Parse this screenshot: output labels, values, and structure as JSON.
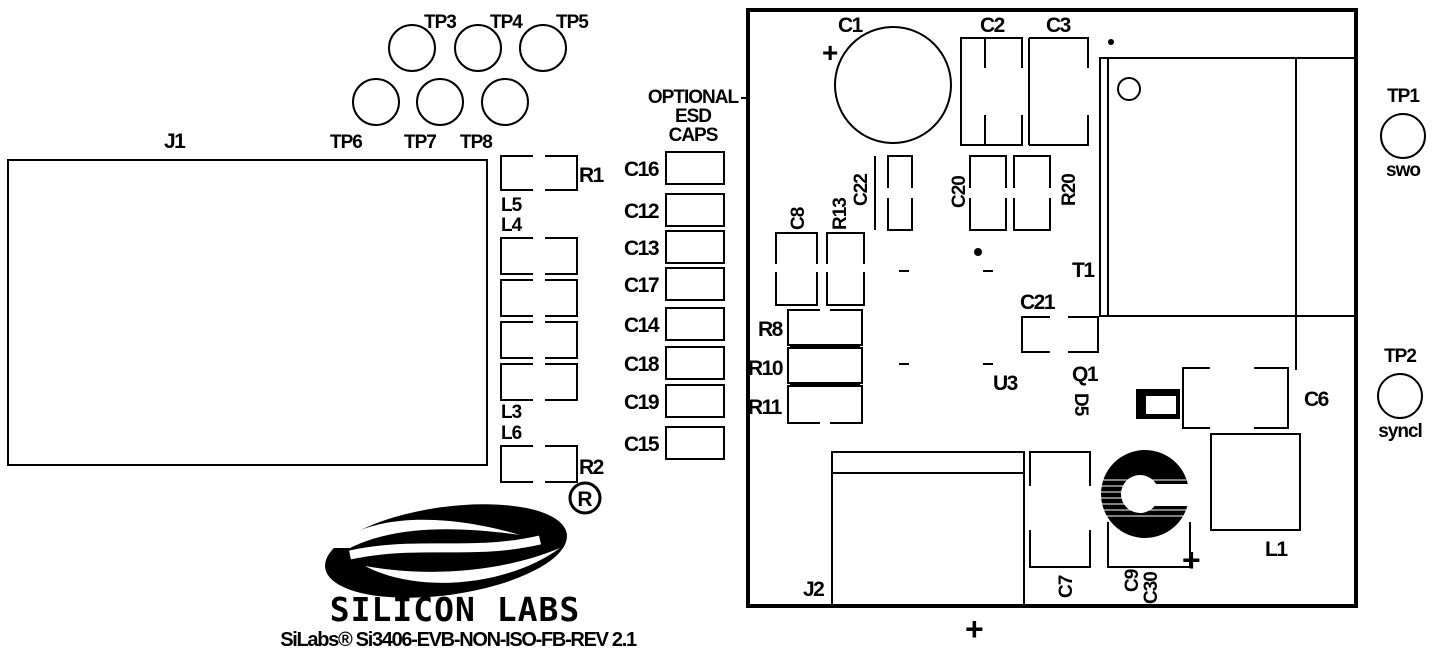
{
  "labels": {
    "J1": "J1",
    "J2": "J2",
    "TP1": "TP1",
    "TP2": "TP2",
    "TP3": "TP3",
    "TP4": "TP4",
    "TP5": "TP5",
    "TP6": "TP6",
    "TP7": "TP7",
    "TP8": "TP8",
    "tp1_sub": "swo",
    "tp2_sub": "syncl",
    "optional1": "OPTIONAL",
    "optional2": "ESD",
    "optional3": "CAPS",
    "C1": "C1",
    "C2": "C2",
    "C3": "C3",
    "C6": "C6",
    "C7": "C7",
    "C8": "C8",
    "C9": "C9",
    "C30": "C30",
    "C12": "C12",
    "C13": "C13",
    "C14": "C14",
    "C15": "C15",
    "C16": "C16",
    "C17": "C17",
    "C18": "C18",
    "C19": "C19",
    "C20": "C20",
    "C21": "C21",
    "C22": "C22",
    "R1": "R1",
    "R2": "R2",
    "R8": "R8",
    "R10": "R10",
    "R11": "R11",
    "R13": "R13",
    "R20": "R20",
    "L1": "L1",
    "L3": "L3",
    "L4": "L4",
    "L5": "L5",
    "L6": "L6",
    "T1": "T1",
    "U3": "U3",
    "Q1": "Q1",
    "D5": "D5",
    "plus": "+"
  },
  "logo": {
    "brand": "SILICON LABS",
    "registered": "R",
    "footer": "SiLabs® Si3406-EVB-NON-ISO-FB-REV 2.1"
  }
}
